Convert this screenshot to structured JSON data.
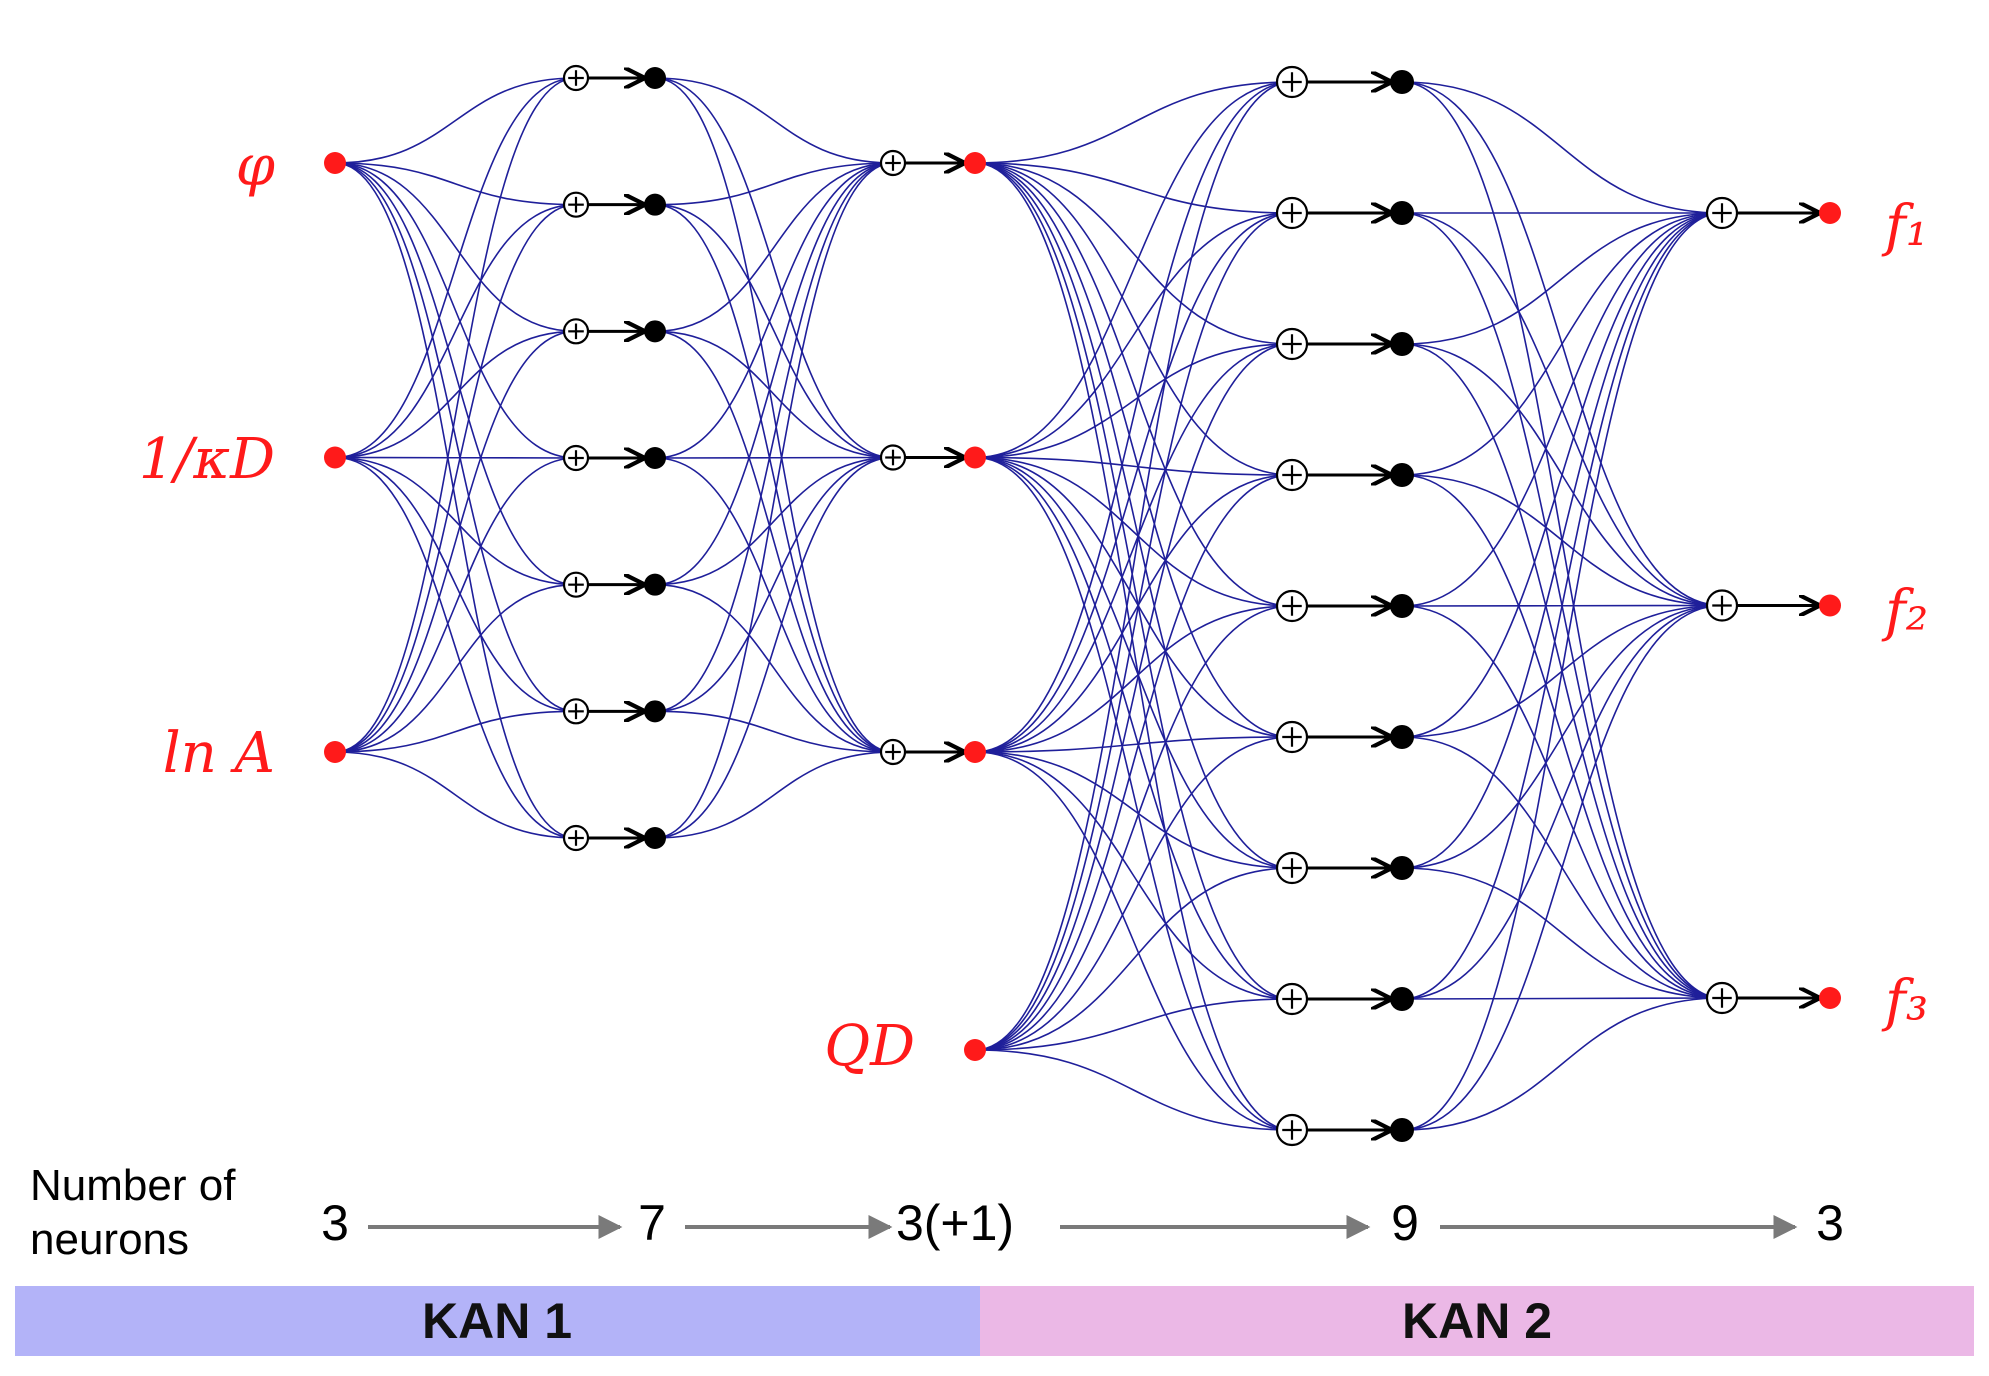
{
  "inputs": [
    "φ",
    "1/κD",
    "ln A"
  ],
  "extra_input": "QD",
  "outputs": [
    "f₁",
    "f₂",
    "f₃"
  ],
  "layer_sizes": [
    3,
    7,
    3,
    9,
    3
  ],
  "neuron_counts": {
    "caption_line1": "Number of",
    "caption_line2": "neurons",
    "values": [
      "3",
      "7",
      "3(+1)",
      "9",
      "3"
    ]
  },
  "bands": [
    {
      "label": "KAN 1",
      "color": "#b3b3f8"
    },
    {
      "label": "KAN 2",
      "color": "#ebb8e6"
    }
  ],
  "colors": {
    "edge": "#1f1f9a",
    "io_node": "#ff1a1a",
    "hidden_node": "#000000",
    "arrow": "#7a7a7a"
  }
}
